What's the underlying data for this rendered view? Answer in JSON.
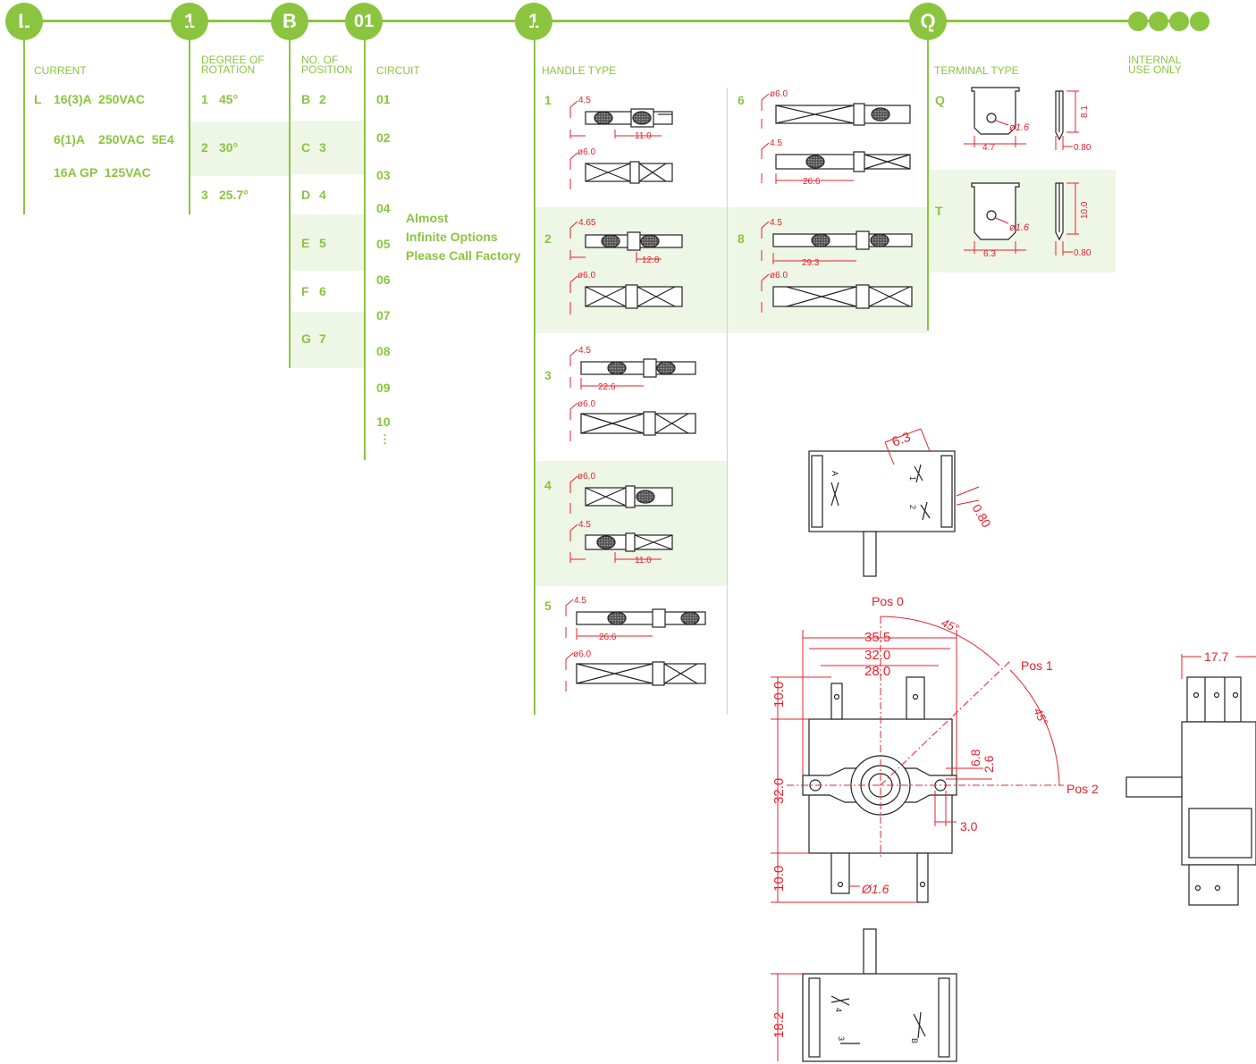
{
  "code": [
    "L",
    "1",
    "B",
    "01",
    "1",
    "Q"
  ],
  "headers": {
    "current": "CURRENT",
    "degree_l1": "DEGREE OF",
    "degree_l2": "ROTATION",
    "position_l1": "NO. OF",
    "position_l2": "POSITION",
    "circuit": "CIRCUIT",
    "handle": "HANDLE TYPE",
    "terminal": "TERMINAL TYPE",
    "internal_l1": "INTERNAL",
    "internal_l2": "USE ONLY"
  },
  "current": {
    "code": "L",
    "rows": [
      "16(3)A  250VAC",
      "6(1)A    250VAC  5E4",
      "16A GP  125VAC"
    ]
  },
  "rotation": [
    {
      "code": "1",
      "value": "45°"
    },
    {
      "code": "2",
      "value": "30°"
    },
    {
      "code": "3",
      "value": "25.7°"
    }
  ],
  "positions": [
    {
      "code": "B",
      "value": "2"
    },
    {
      "code": "C",
      "value": "3"
    },
    {
      "code": "D",
      "value": "4"
    },
    {
      "code": "E",
      "value": "5"
    },
    {
      "code": "F",
      "value": "6"
    },
    {
      "code": "G",
      "value": "7"
    }
  ],
  "circuits": [
    "01",
    "02",
    "03",
    "04",
    "05",
    "06",
    "07",
    "08",
    "09",
    "10",
    "⋮"
  ],
  "circuit_note": [
    "Almost",
    "Infinite Options",
    "Please Call Factory"
  ],
  "handles": [
    {
      "code": "1",
      "dims": [
        "4.5",
        "11.0",
        "ø6.0"
      ]
    },
    {
      "code": "2",
      "dims": [
        "4.65",
        "12.8",
        "ø6.0"
      ]
    },
    {
      "code": "3",
      "dims": [
        "4.5",
        "22.6",
        "ø6.0"
      ]
    },
    {
      "code": "4",
      "dims": [
        "ø6.0",
        "4.5",
        "11.0"
      ]
    },
    {
      "code": "5",
      "dims": [
        "4.5",
        "26.6",
        "ø6.0"
      ]
    },
    {
      "code": "6",
      "dims": [
        "ø6.0",
        "4.5",
        "26.6"
      ]
    },
    {
      "code": "8",
      "dims": [
        "4.5",
        "29.3",
        "ø6.0"
      ]
    }
  ],
  "terminals": [
    {
      "code": "Q",
      "dims": [
        "ø1.6",
        "4.7",
        "8.1",
        "0.80"
      ]
    },
    {
      "code": "T",
      "dims": [
        "ø1.6",
        "6.3",
        "10.0",
        "0.80"
      ]
    }
  ],
  "drawing": {
    "top_view": [
      "6.3",
      "0.80",
      "A",
      "1",
      "2"
    ],
    "positions": [
      "Pos 0",
      "Pos 1",
      "Pos 2"
    ],
    "angles": [
      "45°",
      "45°"
    ],
    "front_dims": [
      "35.5",
      "32.0",
      "28.0",
      "10.0",
      "32.0",
      "10.0",
      "6.8",
      "2.6",
      "3.0",
      "Ø1.6"
    ],
    "side_dims": [
      "17.7"
    ],
    "bottom_view": [
      "18.2",
      "4",
      "3",
      "B"
    ]
  },
  "colors": {
    "accent": "#8bc53f",
    "band": "#eef6e6",
    "dimension": "#e8202a",
    "line": "#222222"
  }
}
